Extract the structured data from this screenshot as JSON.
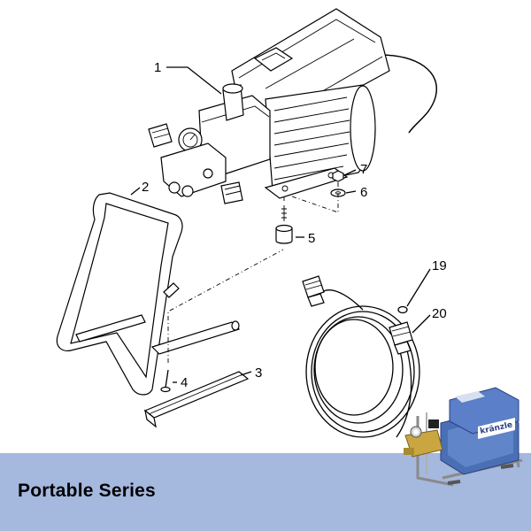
{
  "callouts": {
    "c1": "1",
    "c2": "2",
    "c3": "3",
    "c4": "4",
    "c5": "5",
    "c6": "6",
    "c7": "7",
    "c19": "19",
    "c20": "20"
  },
  "banner": {
    "title": "Portable Series",
    "color": "#a5b8dd"
  },
  "product_photo": {
    "brand_text": "kränzle"
  }
}
